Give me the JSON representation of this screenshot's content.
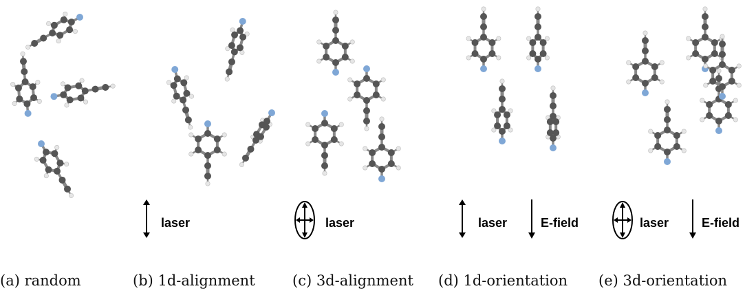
{
  "panels": [
    {
      "id": "a",
      "caption": "(a) random",
      "molecules": [
        {
          "angle": 210,
          "tilt": 0.4
        },
        {
          "angle": 95,
          "tilt": 0.25
        },
        {
          "angle": 10,
          "tilt": 0.35
        },
        {
          "angle": 300,
          "tilt": 0.3
        }
      ],
      "legend": null
    },
    {
      "id": "b",
      "caption": "(b) 1d-alignment",
      "molecules": [
        {
          "angle": 285,
          "tilt": 0.45
        },
        {
          "angle": 255,
          "tilt": 0.55
        },
        {
          "angle": 270,
          "tilt": 0.0
        },
        {
          "angle": 240,
          "tilt": 0.75
        }
      ],
      "legend": {
        "polarization": "linear",
        "laser_text": "laser",
        "field_text": ""
      }
    },
    {
      "id": "c",
      "caption": "(c) 3d-alignment",
      "molecules": [
        {
          "angle": 90,
          "tilt": 0.0
        },
        {
          "angle": 270,
          "tilt": 0.0
        },
        {
          "angle": 270,
          "tilt": 0.0
        },
        {
          "angle": 90,
          "tilt": 0.0
        }
      ],
      "legend": {
        "polarization": "elliptical",
        "laser_text": "laser",
        "field_text": ""
      }
    },
    {
      "id": "d",
      "caption": "(d) 1d-orientation",
      "molecules": [
        {
          "angle": 90,
          "tilt": 0.1
        },
        {
          "angle": 90,
          "tilt": 0.45
        },
        {
          "angle": 90,
          "tilt": 0.5
        },
        {
          "angle": 90,
          "tilt": 0.7
        }
      ],
      "legend": {
        "polarization": "linear",
        "laser_text": "laser",
        "field_text": "E-field"
      }
    },
    {
      "id": "e",
      "caption": "(e) 3d-orientation",
      "molecules": [
        {
          "angle": 90,
          "tilt": 0.0
        },
        {
          "angle": 90,
          "tilt": 0.0
        },
        {
          "angle": 90,
          "tilt": 0.0
        },
        {
          "angle": 90,
          "tilt": 0.0
        },
        {
          "angle": 90,
          "tilt": 0.0
        }
      ],
      "legend": {
        "polarization": "elliptical",
        "laser_text": "laser",
        "field_text": "E-field"
      }
    }
  ],
  "colors": {
    "carbon": "#555555",
    "hydrogen": "#e6e6e6",
    "fluorine": "#7fa7d6",
    "bond": "#888888",
    "ink": "#000000"
  }
}
